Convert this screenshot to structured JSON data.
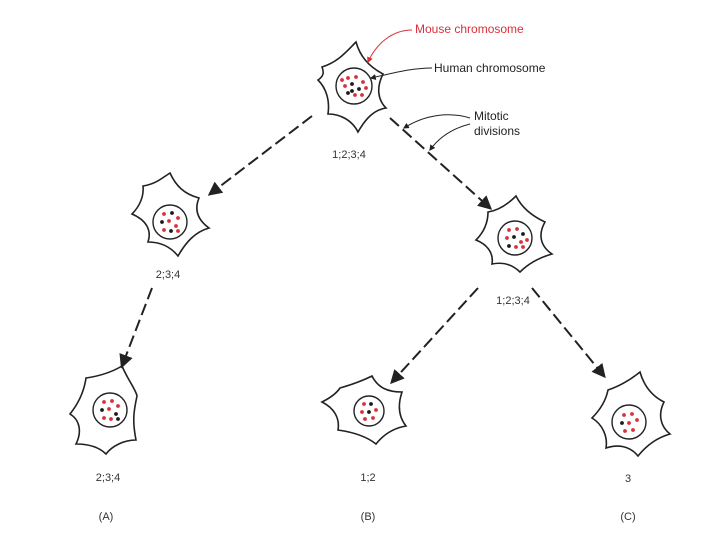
{
  "labels": {
    "mouse_chromosome": "Mouse chromosome",
    "human_chromosome": "Human chromosome",
    "mitotic_line1": "Mitotic",
    "mitotic_line2": "divisions"
  },
  "cells": [
    {
      "id": "parent",
      "genotype": "1;2;3;4"
    },
    {
      "id": "left-mid",
      "genotype": "2;3;4"
    },
    {
      "id": "right-mid",
      "genotype": "1;2;3;4"
    },
    {
      "id": "clone-a",
      "genotype": "2;3;4",
      "panel_label": "(A)"
    },
    {
      "id": "clone-b",
      "genotype": "1;2",
      "panel_label": "(B)"
    },
    {
      "id": "clone-c",
      "genotype": "3",
      "panel_label": "(C)"
    }
  ],
  "colors": {
    "mouse": "#d9303a",
    "human": "#1a1a1a",
    "outline": "#222222",
    "callout_red": "#d9303a"
  }
}
